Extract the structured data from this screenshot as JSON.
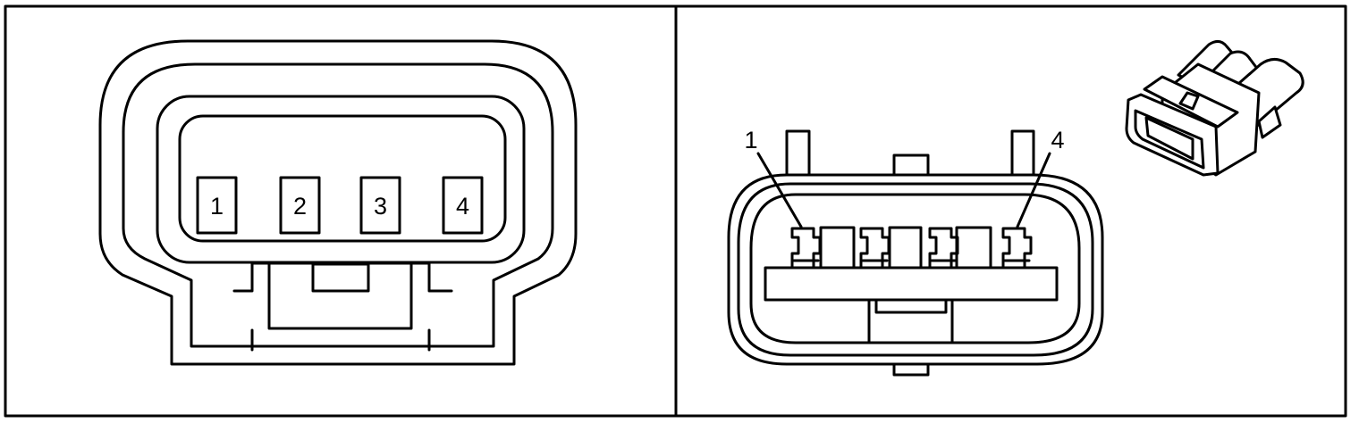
{
  "left_view": {
    "pins": [
      {
        "label": "1"
      },
      {
        "label": "2"
      },
      {
        "label": "3"
      },
      {
        "label": "4"
      }
    ]
  },
  "right_view": {
    "callouts": [
      {
        "label": "1"
      },
      {
        "label": "4"
      }
    ]
  }
}
